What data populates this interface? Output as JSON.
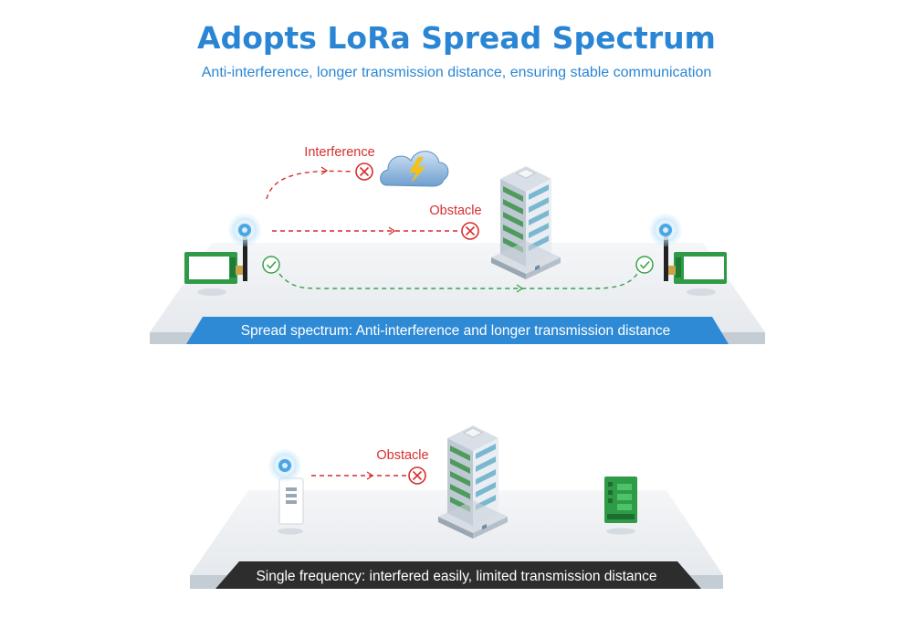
{
  "header": {
    "title": "Adopts LoRa Spread Spectrum",
    "subtitle": "Anti-interference, longer transmission distance, ensuring stable communication"
  },
  "top_panel": {
    "interference_label": "Interference",
    "obstacle_label": "Obstacle",
    "banner_text": "Spread spectrum: Anti-interference and longer transmission distance"
  },
  "bottom_panel": {
    "obstacle_label": "Obstacle",
    "banner_text": "Single frequency: interfered easily, limited transmission distance"
  },
  "colors": {
    "accent_blue": "#2a86d4",
    "banner_blue": "#2f8ad6",
    "banner_dark": "#2d2d2d",
    "fail_red": "#d82e2e",
    "ok_green": "#3aa14a",
    "module_green": "#2f9b47"
  },
  "icons": [
    "cloud-lightning-icon",
    "building-icon",
    "cross-circle-icon",
    "check-circle-icon",
    "signal-waves-icon",
    "lora-module-icon",
    "remote-control-icon",
    "receiver-board-icon"
  ]
}
